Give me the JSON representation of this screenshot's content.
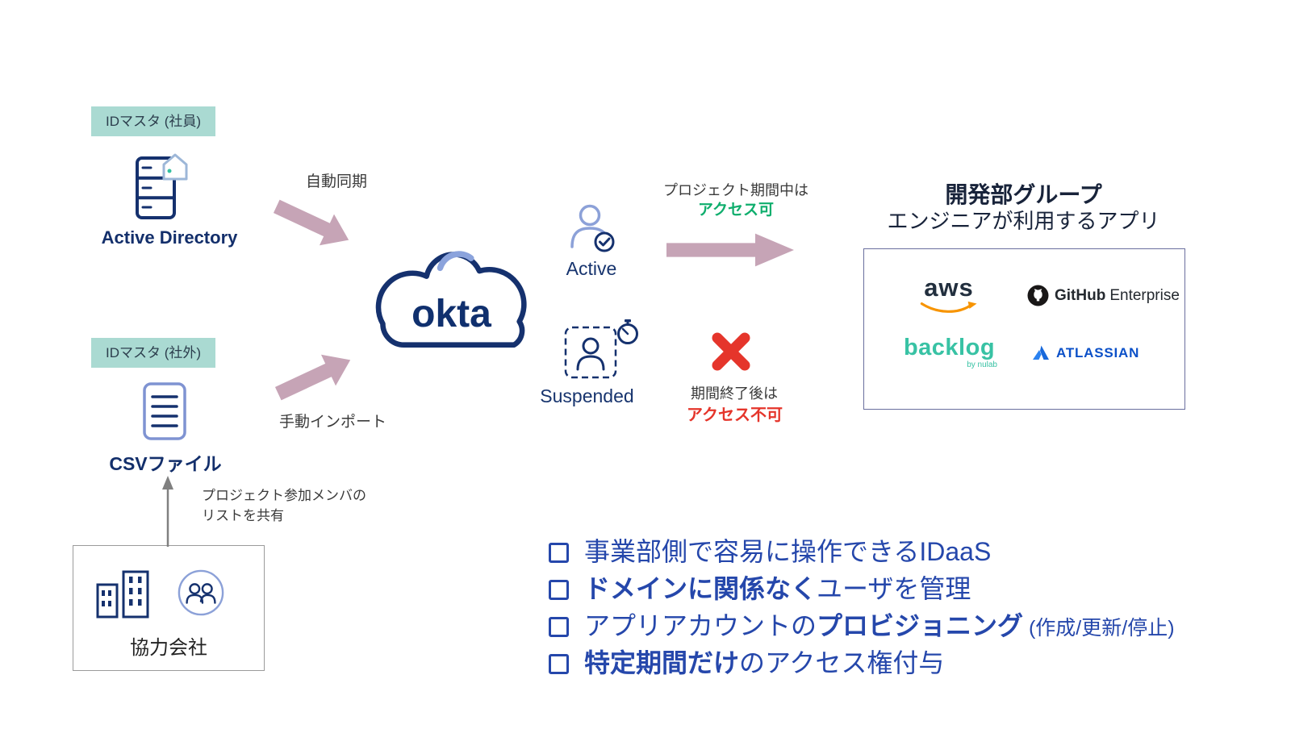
{
  "palette": {
    "navy": "#15316e",
    "list_blue": "#2547ab",
    "teal_bg": "#aadad2",
    "mauve": "#c6a4b6",
    "green": "#0fae6d",
    "red": "#e5352b",
    "periwinkle": "#8ca1d8",
    "aws_orange": "#f79400",
    "backlog_teal": "#38c2a4",
    "atlassian_blue": "#0b50c8"
  },
  "masters": {
    "employee_label": "IDマスタ (社員)",
    "external_label": "IDマスタ (社外)",
    "ad_title": "Active Directory",
    "csv_title": "CSVファイル"
  },
  "flows": {
    "auto_sync": "自動同期",
    "manual_import": "手動インポート",
    "share_list_line1": "プロジェクト参加メンバの",
    "share_list_line2": "リストを共有"
  },
  "okta": {
    "wordmark": "okta"
  },
  "states": {
    "active_label": "Active",
    "suspended_label": "Suspended",
    "during_project": "プロジェクト期間中は",
    "access_ok": "アクセス可",
    "after_period": "期間終了後は",
    "access_denied": "アクセス不可"
  },
  "partner": {
    "label": "協力会社"
  },
  "apps": {
    "title": "開発部グループ",
    "subtitle": "エンジニアが利用するアプリ",
    "aws": "aws",
    "github_bold": "GitHub",
    "github_light": "Enterprise",
    "backlog": "backlog",
    "backlog_sub": "by nulab",
    "atlassian": "ATLASSIAN"
  },
  "bullets": [
    {
      "pre": "事業部側で容易に操作できるIDaaS",
      "bold": "",
      "post": "",
      "note": ""
    },
    {
      "pre": "",
      "bold": "ドメインに関係なく",
      "post": "ユーザを管理",
      "note": ""
    },
    {
      "pre": "アプリアカウントの",
      "bold": "プロビジョニング",
      "post": "",
      "note": " (作成/更新/停止)"
    },
    {
      "pre": "",
      "bold": "特定期間だけ",
      "post": "のアクセス権付与",
      "note": ""
    }
  ]
}
